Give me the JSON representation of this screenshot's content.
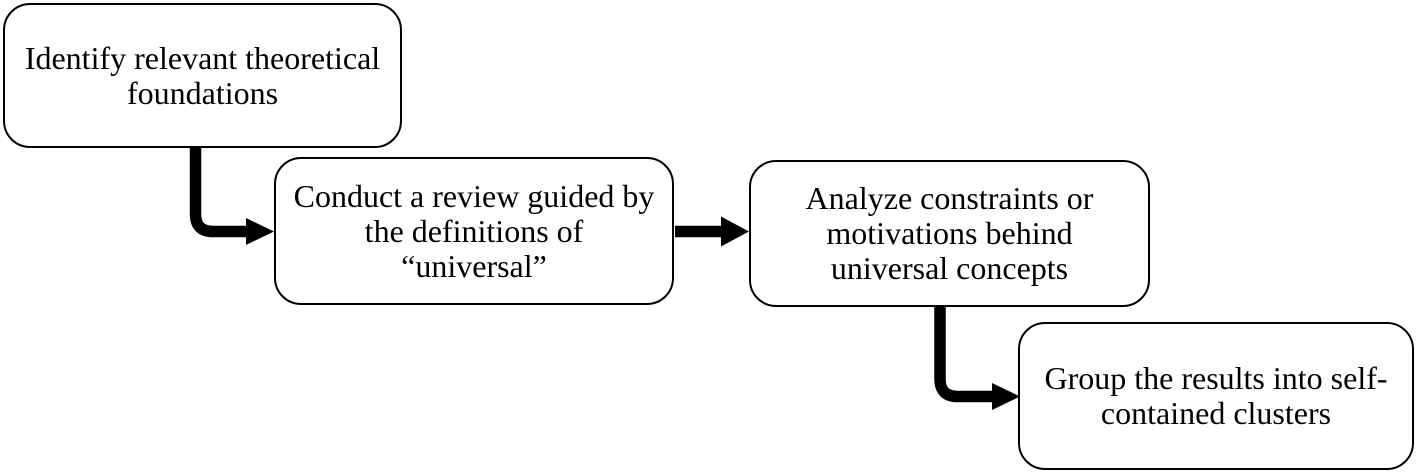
{
  "diagram": {
    "type": "flowchart",
    "background_color": "#ffffff",
    "box_fill_color": "#ffffff",
    "box_border_color": "#000000",
    "text_color": "#000000",
    "arrow_color": "#000000",
    "steps": [
      {
        "id": 1,
        "label": "Identify relevant theoretical foundations",
        "lines": [
          "Identify relevant theoretical",
          "foundations"
        ]
      },
      {
        "id": 2,
        "label": "Conduct a review guided by the definitions of “universal”",
        "lines": [
          "Conduct a review guided by",
          "the definitions of",
          "“universal”"
        ]
      },
      {
        "id": 3,
        "label": "Analyze constraints or motivations behind universal concepts",
        "lines": [
          "Analyze constraints or",
          "motivations behind",
          "universal concepts"
        ]
      },
      {
        "id": 4,
        "label": "Group the results into self-contained clusters",
        "lines": [
          "Group the results into self-",
          "contained clusters"
        ]
      }
    ],
    "connectors": [
      {
        "from": 1,
        "to": 2,
        "shape": "elbow-down-right"
      },
      {
        "from": 2,
        "to": 3,
        "shape": "straight-right"
      },
      {
        "from": 3,
        "to": 4,
        "shape": "elbow-down-right"
      }
    ]
  }
}
